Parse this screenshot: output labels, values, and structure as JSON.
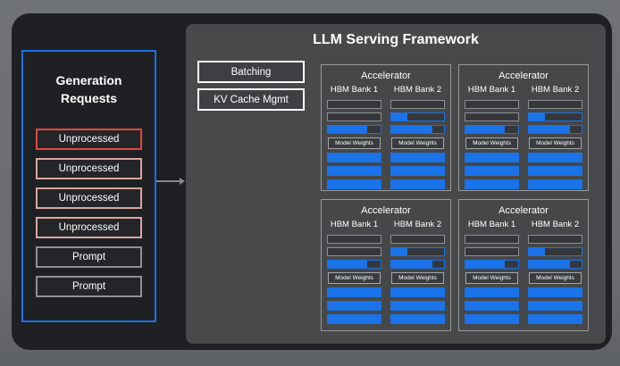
{
  "colors": {
    "accent_blue": "#1a73e8",
    "request_red": "#e2483d",
    "request_pink": "#d9a7a3",
    "request_gray": "#8e9295",
    "comp_orange": "#e8a03c",
    "comp_green": "#34a853"
  },
  "left_panel": {
    "title_line1": "Generation",
    "title_line2": "Requests",
    "requests": [
      {
        "label": "Unprocessed",
        "border": "red"
      },
      {
        "label": "Unprocessed",
        "border": "pink"
      },
      {
        "label": "Unprocessed",
        "border": "pink"
      },
      {
        "label": "Unprocessed",
        "border": "pink"
      },
      {
        "label": "Prompt",
        "border": "gray"
      },
      {
        "label": "Prompt",
        "border": "gray"
      }
    ]
  },
  "framework": {
    "title": "LLM Serving Framework",
    "components": [
      {
        "label": "Batching",
        "border": "orange"
      },
      {
        "label": "KV Cache Mgmt",
        "border": "green"
      }
    ],
    "accelerators": [
      {
        "title": "Accelerator",
        "banks": [
          {
            "label": "HBM Bank 1",
            "memory_fill_percent": [
              0,
              0,
              75
            ],
            "model_weights_label": "Model Weights",
            "weight_bars": 3
          },
          {
            "label": "HBM Bank 2",
            "memory_fill_percent": [
              0,
              30,
              78
            ],
            "model_weights_label": "Model Weights",
            "weight_bars": 3
          }
        ]
      },
      {
        "title": "Accelerator",
        "banks": [
          {
            "label": "HBM Bank 1",
            "memory_fill_percent": [
              0,
              0,
              75
            ],
            "model_weights_label": "Model Weights",
            "weight_bars": 3
          },
          {
            "label": "HBM Bank 2",
            "memory_fill_percent": [
              0,
              30,
              78
            ],
            "model_weights_label": "Model Weights",
            "weight_bars": 3
          }
        ]
      },
      {
        "title": "Accelerator",
        "banks": [
          {
            "label": "HBM Bank 1",
            "memory_fill_percent": [
              0,
              0,
              75
            ],
            "model_weights_label": "Model Weights",
            "weight_bars": 3
          },
          {
            "label": "HBM Bank 2",
            "memory_fill_percent": [
              0,
              30,
              78
            ],
            "model_weights_label": "Model Weights",
            "weight_bars": 3
          }
        ]
      },
      {
        "title": "Accelerator",
        "banks": [
          {
            "label": "HBM Bank 1",
            "memory_fill_percent": [
              0,
              0,
              75
            ],
            "model_weights_label": "Model Weights",
            "weight_bars": 3
          },
          {
            "label": "HBM Bank 2",
            "memory_fill_percent": [
              0,
              30,
              78
            ],
            "model_weights_label": "Model Weights",
            "weight_bars": 3
          }
        ]
      }
    ]
  }
}
